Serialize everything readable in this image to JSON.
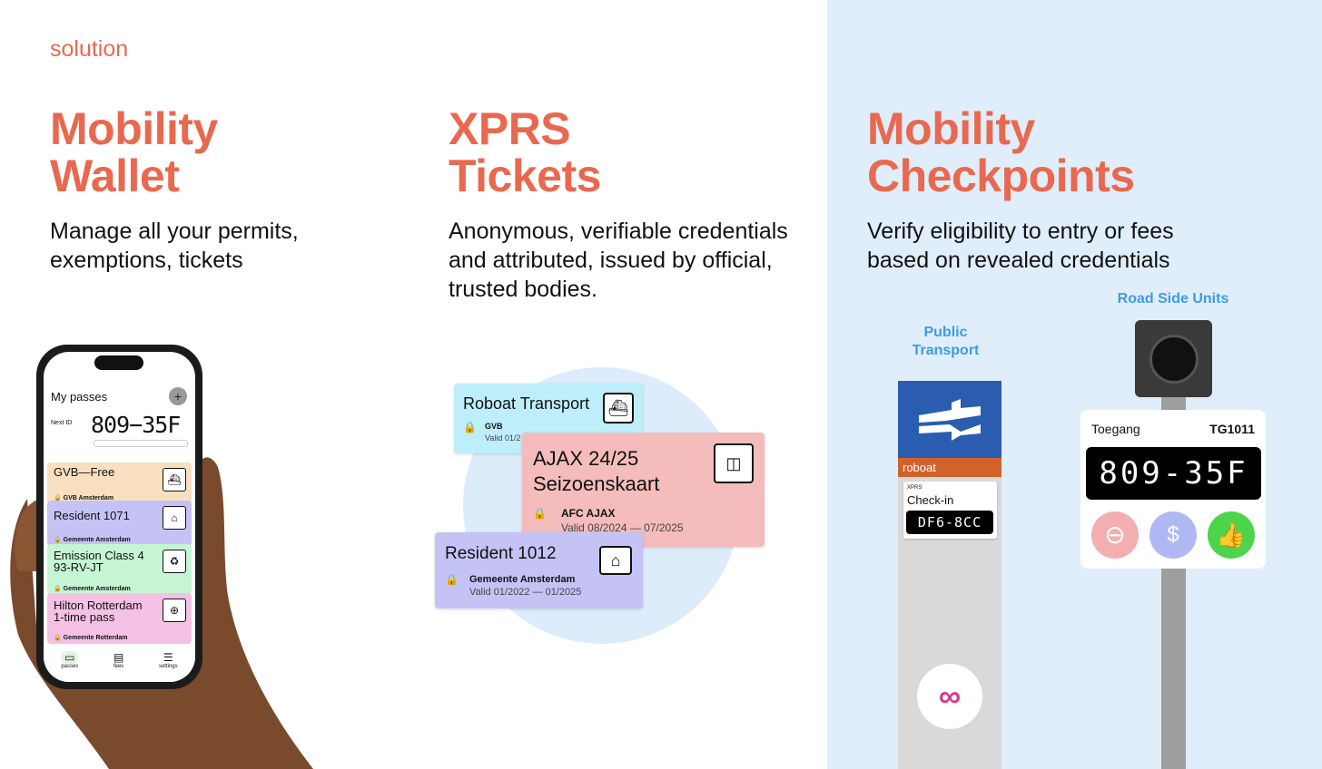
{
  "kicker": "solution",
  "columns": [
    {
      "title": [
        "Mobility",
        "Wallet"
      ],
      "body": [
        "Manage all your permits,",
        "exemptions, tickets"
      ]
    },
    {
      "title": [
        "XPRS",
        "Tickets"
      ],
      "body": [
        "Anonymous, verifiable credentials",
        "and attributed, issued by official,",
        "trusted bodies."
      ]
    },
    {
      "title": [
        "Mobility",
        "Checkpoints"
      ],
      "body": [
        "Verify eligibility to entry or fees",
        "based on revealed credentials"
      ]
    }
  ],
  "phone": {
    "header": "My passes",
    "add_icon": "plus-icon",
    "next_id_label": "Next ID",
    "next_id": "809−35F",
    "passes": [
      {
        "title": "GVB—Free",
        "issuer": "GVB Amsterdam",
        "color": "#f8dfbf",
        "icon": "boat-ticket-icon"
      },
      {
        "title": "Resident 1071",
        "issuer": "Gemeente Amsterdam",
        "color": "#c5c3f5",
        "icon": "house-icon"
      },
      {
        "title": "Emission Class 4\n93-RV-JT",
        "issuer": "Gemeente Amsterdam",
        "color": "#c6f5d4",
        "icon": "emission-icon"
      },
      {
        "title": "Hilton Rotterdam\n1-time pass",
        "issuer": "Gemeente Rotterdam",
        "color": "#f4c1e4",
        "icon": "ticket-plus-icon"
      }
    ],
    "nav": [
      "passes",
      "fees",
      "settings"
    ]
  },
  "tickets": [
    {
      "title": "Roboat Transport",
      "issuer": "GVB",
      "validity": "Valid 01/2",
      "color": "#bdeefa"
    },
    {
      "title": "AJAX 24/25",
      "title2": "Seizoenskaart",
      "issuer": "AFC AJAX",
      "validity": "Valid 08/2024 — 07/2025",
      "color": "#f4bcbb"
    },
    {
      "title": "Resident 1012",
      "issuer": "Gemeente Amsterdam",
      "validity": "Valid 01/2022 — 01/2025",
      "color": "#c5c3f5"
    }
  ],
  "public_transport": {
    "label": [
      "Public",
      "Transport"
    ],
    "brand": "roboat",
    "xprs": "XPRS",
    "checkin": "Check-in",
    "code": "DF6-8CC"
  },
  "rsu": {
    "label": "Road Side Units",
    "panel_title": "Toegang",
    "panel_id": "TG1011",
    "display": "809-35F",
    "buttons": [
      "deny-icon",
      "fee-coins-icon",
      "thumbs-up-icon"
    ]
  },
  "colors": {
    "accent": "#e8694f",
    "panel_bg": "#e0eefb",
    "label_blue": "#3d9be6"
  }
}
